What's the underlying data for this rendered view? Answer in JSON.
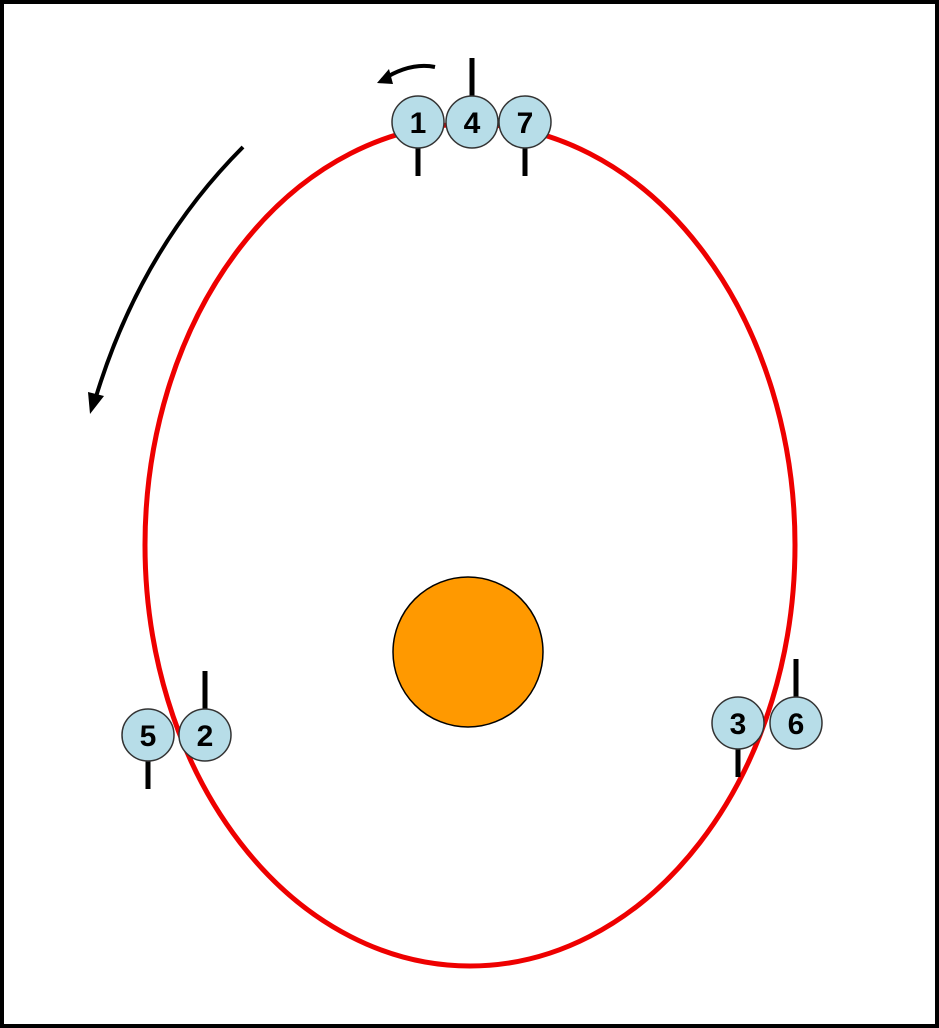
{
  "diagram": {
    "colors": {
      "frame": "#000000",
      "orbit": "#ee0000",
      "star_fill": "#ff9900",
      "star_stroke": "#000000",
      "body_fill": "#b7dde8",
      "body_stroke": "#333333",
      "marker": "#000000",
      "label": "#000000",
      "arrow": "#000000"
    },
    "orbit_direction": "counterclockwise",
    "groups": [
      {
        "location": "top",
        "bodies": [
          {
            "label": "1",
            "marker": "down"
          },
          {
            "label": "4",
            "marker": "up"
          },
          {
            "label": "7",
            "marker": "down"
          }
        ]
      },
      {
        "location": "lower-left",
        "bodies": [
          {
            "label": "5",
            "marker": "down"
          },
          {
            "label": "2",
            "marker": "up"
          }
        ]
      },
      {
        "location": "lower-right",
        "bodies": [
          {
            "label": "3",
            "marker": "down"
          },
          {
            "label": "6",
            "marker": "up"
          }
        ]
      }
    ]
  }
}
